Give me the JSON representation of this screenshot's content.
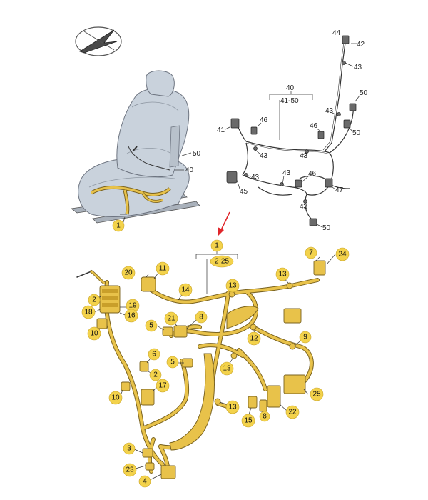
{
  "upper_labels": [
    {
      "id": "u44",
      "text": "44"
    },
    {
      "id": "u42",
      "text": "42"
    },
    {
      "id": "u43a",
      "text": "43"
    },
    {
      "id": "u40",
      "text": "40"
    },
    {
      "id": "u4150",
      "text": "41-50"
    },
    {
      "id": "u50a",
      "text": "50"
    },
    {
      "id": "u43b",
      "text": "43"
    },
    {
      "id": "u50b",
      "text": "50"
    },
    {
      "id": "u46a",
      "text": "46"
    },
    {
      "id": "u41",
      "text": "41"
    },
    {
      "id": "u43c",
      "text": "43"
    },
    {
      "id": "u46b",
      "text": "46"
    },
    {
      "id": "u43d",
      "text": "43"
    },
    {
      "id": "u43e",
      "text": "43"
    },
    {
      "id": "u43f",
      "text": "43"
    },
    {
      "id": "u46c",
      "text": "46"
    },
    {
      "id": "u45",
      "text": "45"
    },
    {
      "id": "u47",
      "text": "47"
    },
    {
      "id": "u43g",
      "text": "43"
    },
    {
      "id": "u50c",
      "text": "50"
    }
  ],
  "seat_labels": [
    {
      "id": "s50",
      "text": "50"
    },
    {
      "id": "s40",
      "text": "40"
    }
  ],
  "callouts": [
    {
      "id": "c1seat",
      "text": "1"
    },
    {
      "id": "c1top",
      "text": "1"
    },
    {
      "id": "c225",
      "text": "2-25"
    },
    {
      "id": "c7",
      "text": "7"
    },
    {
      "id": "c24",
      "text": "24"
    },
    {
      "id": "c20",
      "text": "20"
    },
    {
      "id": "c11",
      "text": "11"
    },
    {
      "id": "c13a",
      "text": "13"
    },
    {
      "id": "c13b",
      "text": "13"
    },
    {
      "id": "c14",
      "text": "14"
    },
    {
      "id": "c2a",
      "text": "2"
    },
    {
      "id": "c19",
      "text": "19"
    },
    {
      "id": "c18",
      "text": "18"
    },
    {
      "id": "c16",
      "text": "16"
    },
    {
      "id": "c21",
      "text": "21"
    },
    {
      "id": "c8a",
      "text": "8"
    },
    {
      "id": "c5a",
      "text": "5"
    },
    {
      "id": "c10a",
      "text": "10"
    },
    {
      "id": "c12",
      "text": "12"
    },
    {
      "id": "c9",
      "text": "9"
    },
    {
      "id": "c6",
      "text": "6"
    },
    {
      "id": "c5b",
      "text": "5"
    },
    {
      "id": "c13c",
      "text": "13"
    },
    {
      "id": "c2b",
      "text": "2"
    },
    {
      "id": "c17",
      "text": "17"
    },
    {
      "id": "c10b",
      "text": "10"
    },
    {
      "id": "c13d",
      "text": "13"
    },
    {
      "id": "c25",
      "text": "25"
    },
    {
      "id": "c22",
      "text": "22"
    },
    {
      "id": "c15",
      "text": "15"
    },
    {
      "id": "c8b",
      "text": "8"
    },
    {
      "id": "c3",
      "text": "3"
    },
    {
      "id": "c23",
      "text": "23"
    },
    {
      "id": "c4",
      "text": "4"
    }
  ],
  "colors": {
    "harness": "#e8c24a",
    "harness_edge": "#7a6320",
    "callout_fill": "#f3d24b",
    "seat_fill": "#c9d2dc",
    "seat_edge": "#6d7480",
    "arrow": "#e0262b",
    "wire": "#333333"
  }
}
